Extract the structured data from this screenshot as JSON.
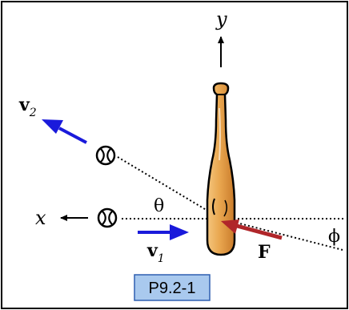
{
  "figure": {
    "axis_y_label": "y",
    "axis_x_label": "x",
    "v2_label": "v",
    "v2_subscript": "2",
    "v1_label": "v",
    "v1_subscript": "1",
    "theta_label": "θ",
    "phi_label": "ϕ",
    "force_label": "F",
    "caption": "P9.2-1"
  },
  "colors": {
    "velocity_arrow": "#1a1adb",
    "force_arrow": "#b0262a",
    "bat_fill": "#e9a64f",
    "caption_bg": "#a9c9ee",
    "caption_border": "#2f5fb0"
  },
  "icons": {
    "ball": "baseball-icon",
    "bat": "baseball-bat-icon"
  }
}
